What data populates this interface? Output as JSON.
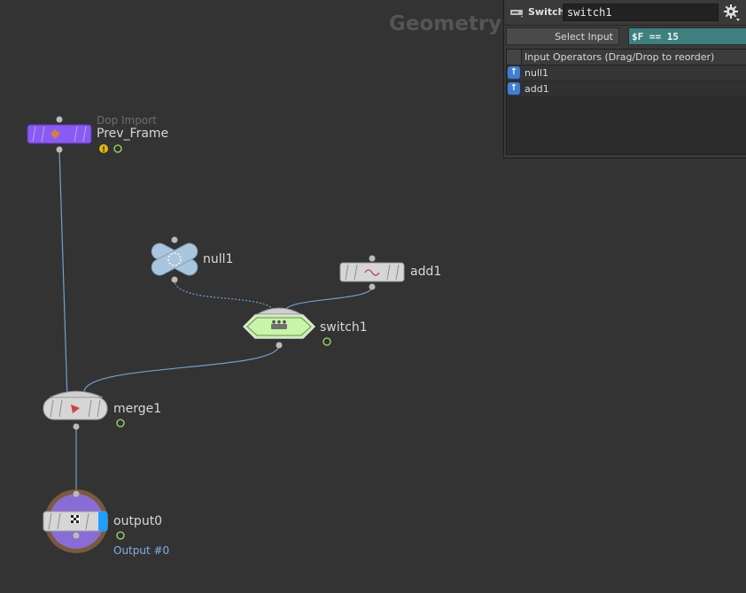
{
  "network": {
    "context_label": "Geometry",
    "nodes": {
      "prev_frame": {
        "type_label": "Dop Import",
        "name": "Prev_Frame",
        "color": "#8a5af5"
      },
      "null1": {
        "name": "null1",
        "color": "#a9c6de"
      },
      "add1": {
        "name": "add1",
        "color": "#d6d6d6"
      },
      "switch1": {
        "name": "switch1",
        "color": "#c8f5a8"
      },
      "merge1": {
        "name": "merge1",
        "color": "#d6d6d6"
      },
      "output0": {
        "name": "output0",
        "subtitle": "Output #0",
        "color": "#8a6cd6"
      }
    }
  },
  "panel": {
    "op_type": "Switch",
    "op_name": "switch1",
    "select_input_label": "Select Input",
    "select_input_value": "$F == 15",
    "input_operators": {
      "header": "Input Operators (Drag/Drop to reorder)",
      "rows": [
        "null1",
        "add1"
      ]
    }
  }
}
